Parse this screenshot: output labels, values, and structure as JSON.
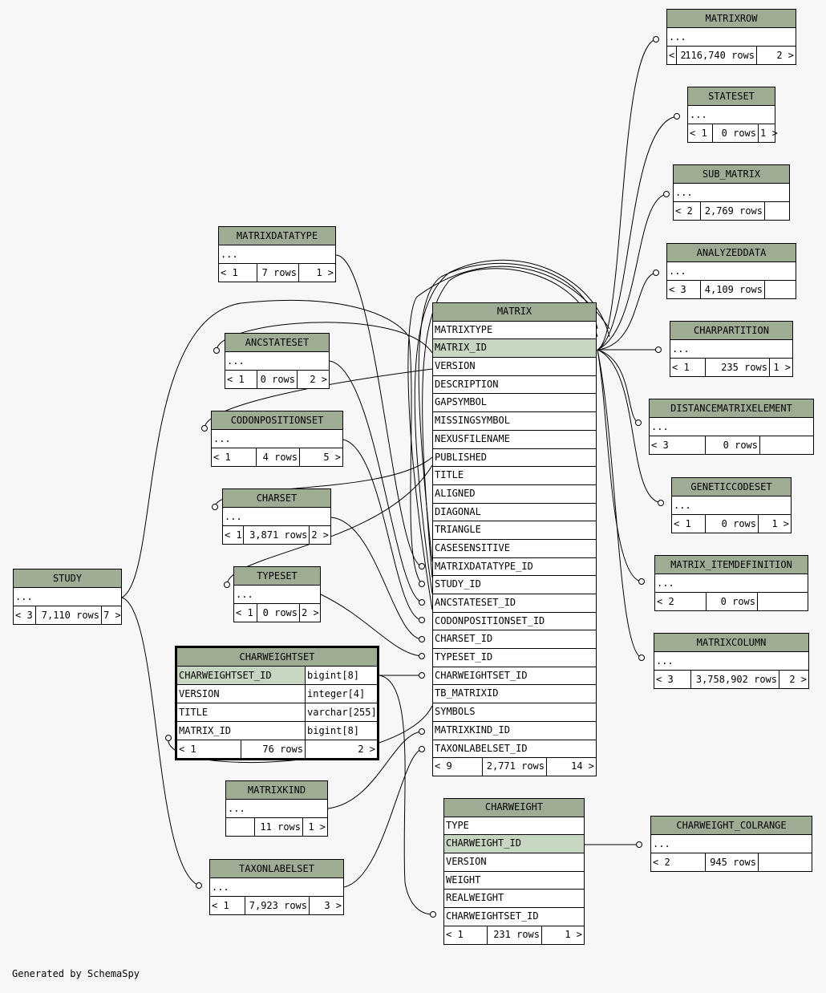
{
  "credit": "Generated by SchemaSpy",
  "tables": {
    "matrixrow": {
      "name": "MATRIXROW",
      "cols": [
        "..."
      ],
      "footer": [
        "< 2",
        "116,740 rows",
        "2 >"
      ]
    },
    "stateset": {
      "name": "STATESET",
      "cols": [
        "..."
      ],
      "footer": [
        "< 1",
        "0 rows",
        "1 >"
      ]
    },
    "sub_matrix": {
      "name": "SUB_MATRIX",
      "cols": [
        "..."
      ],
      "footer": [
        "< 2",
        "2,769 rows",
        ""
      ]
    },
    "analyzeddata": {
      "name": "ANALYZEDDATA",
      "cols": [
        "..."
      ],
      "footer": [
        "< 3",
        "4,109 rows",
        ""
      ]
    },
    "charpartition": {
      "name": "CHARPARTITION",
      "cols": [
        "..."
      ],
      "footer": [
        "< 1",
        "235 rows",
        "1 >"
      ]
    },
    "distancematrixelement": {
      "name": "DISTANCEMATRIXELEMENT",
      "cols": [
        "..."
      ],
      "footer": [
        "< 3",
        "0 rows",
        ""
      ]
    },
    "geneticcodeset": {
      "name": "GENETICCODESET",
      "cols": [
        "..."
      ],
      "footer": [
        "< 1",
        "0 rows",
        "1 >"
      ]
    },
    "matrix_itemdefinition": {
      "name": "MATRIX_ITEMDEFINITION",
      "cols": [
        "..."
      ],
      "footer": [
        "< 2",
        "0 rows",
        ""
      ]
    },
    "matrixcolumn": {
      "name": "MATRIXCOLUMN",
      "cols": [
        "..."
      ],
      "footer": [
        "< 3",
        "3,758,902 rows",
        "2 >"
      ]
    },
    "charweight_colrange": {
      "name": "CHARWEIGHT_COLRANGE",
      "cols": [
        "..."
      ],
      "footer": [
        "< 2",
        "945 rows",
        ""
      ]
    },
    "matrixdatatype": {
      "name": "MATRIXDATATYPE",
      "cols": [
        "..."
      ],
      "footer": [
        "< 1",
        "7 rows",
        "1 >"
      ]
    },
    "ancstateset": {
      "name": "ANCSTATESET",
      "cols": [
        "..."
      ],
      "footer": [
        "< 1",
        "0 rows",
        "2 >"
      ]
    },
    "codonpositionset": {
      "name": "CODONPOSITIONSET",
      "cols": [
        "..."
      ],
      "footer": [
        "< 1",
        "4 rows",
        "5 >"
      ]
    },
    "charset": {
      "name": "CHARSET",
      "cols": [
        "..."
      ],
      "footer": [
        "< 1",
        "3,871 rows",
        "2 >"
      ]
    },
    "typeset": {
      "name": "TYPESET",
      "cols": [
        "..."
      ],
      "footer": [
        "< 1",
        "0 rows",
        "2 >"
      ]
    },
    "study": {
      "name": "STUDY",
      "cols": [
        "..."
      ],
      "footer": [
        "< 3",
        "7,110 rows",
        "7 >"
      ]
    },
    "matrixkind": {
      "name": "MATRIXKIND",
      "cols": [
        "..."
      ],
      "footer": [
        "",
        "11 rows",
        "1 >"
      ]
    },
    "taxonlabelset": {
      "name": "TAXONLABELSET",
      "cols": [
        "..."
      ],
      "footer": [
        "< 1",
        "7,923 rows",
        "3 >"
      ]
    },
    "matrix": {
      "name": "MATRIX",
      "cols": [
        "MATRIXTYPE",
        "MATRIX_ID",
        "VERSION",
        "DESCRIPTION",
        "GAPSYMBOL",
        "MISSINGSYMBOL",
        "NEXUSFILENAME",
        "PUBLISHED",
        "TITLE",
        "ALIGNED",
        "DIAGONAL",
        "TRIANGLE",
        "CASESENSITIVE",
        "MATRIXDATATYPE_ID",
        "STUDY_ID",
        "ANCSTATESET_ID",
        "CODONPOSITIONSET_ID",
        "CHARSET_ID",
        "TYPESET_ID",
        "CHARWEIGHTSET_ID",
        "TB_MATRIXID",
        "SYMBOLS",
        "MATRIXKIND_ID",
        "TAXONLABELSET_ID"
      ],
      "footer": [
        "< 9",
        "2,771 rows",
        "14 >"
      ]
    },
    "charweight": {
      "name": "CHARWEIGHT",
      "cols": [
        "TYPE",
        "CHARWEIGHT_ID",
        "VERSION",
        "WEIGHT",
        "REALWEIGHT",
        "CHARWEIGHTSET_ID"
      ],
      "footer": [
        "< 1",
        "231 rows",
        "1 >"
      ]
    },
    "charweightset": {
      "name": "CHARWEIGHTSET",
      "cols": [
        {
          "name": "CHARWEIGHTSET_ID",
          "type": "bigint[8]"
        },
        {
          "name": "VERSION",
          "type": "integer[4]"
        },
        {
          "name": "TITLE",
          "type": "varchar[255]"
        },
        {
          "name": "MATRIX_ID",
          "type": "bigint[8]"
        }
      ],
      "footer": [
        "< 1",
        "76 rows",
        "2 >"
      ]
    }
  }
}
